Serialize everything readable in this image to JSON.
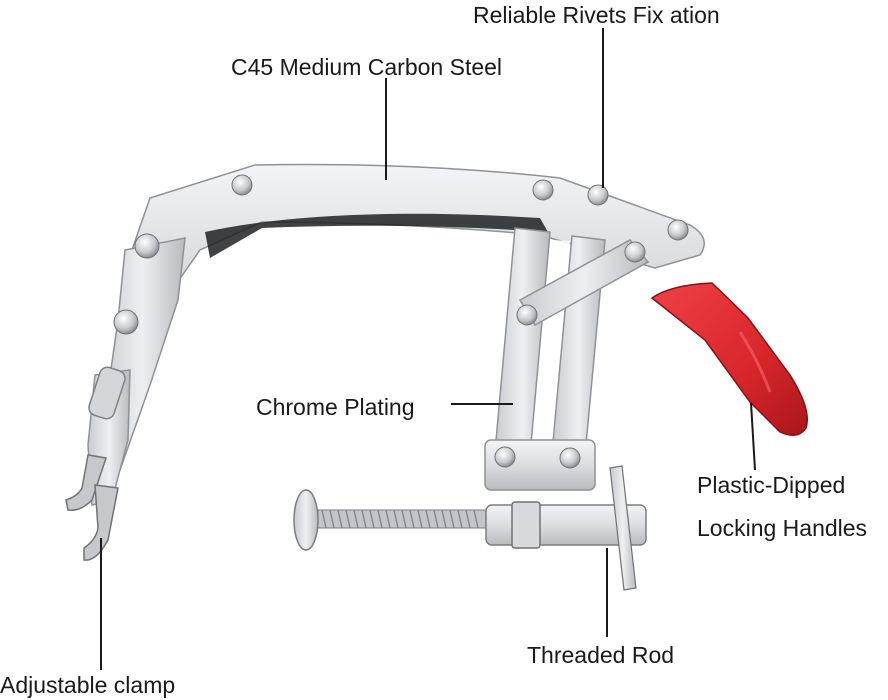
{
  "callouts": {
    "material": "C45 Medium Carbon Steel",
    "rivets": "Reliable Rivets Fix ation",
    "plating": "Chrome Plating",
    "handle_line1": "Plastic-Dipped",
    "handle_line2": "Locking Handles",
    "rod": "Threaded Rod",
    "clamp": "Adjustable clamp"
  },
  "colors": {
    "steel": "#dedfe2",
    "steel_edge": "#8e9196",
    "handle": "#d8262b",
    "leader": "#1a1a1a"
  }
}
